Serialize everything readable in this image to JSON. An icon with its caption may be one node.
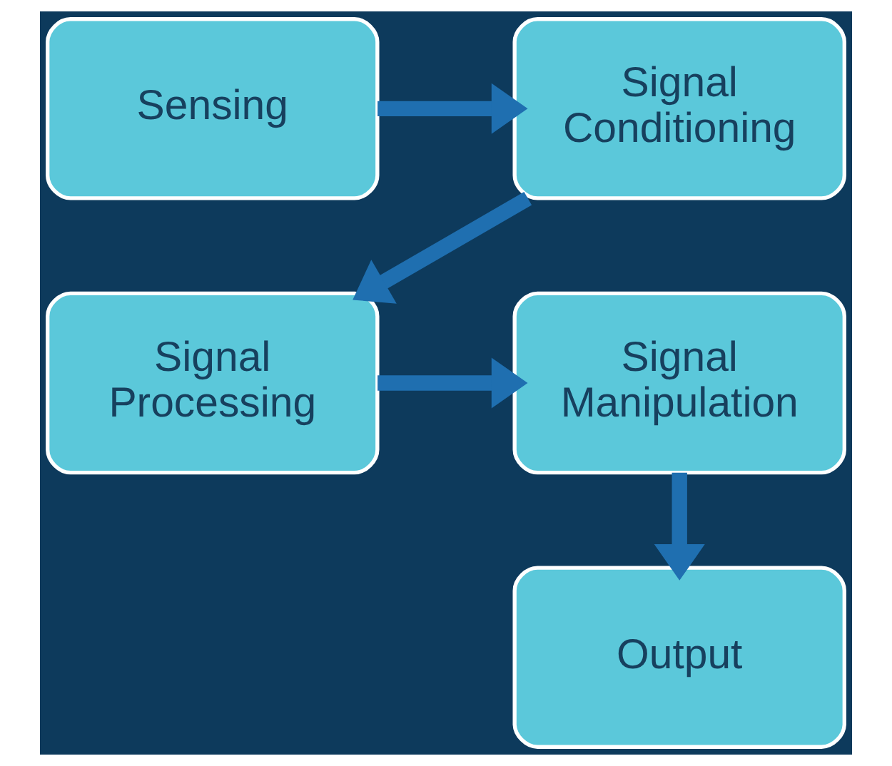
{
  "diagram": {
    "nodes": [
      {
        "text": [
          "Sensing"
        ]
      },
      {
        "text": [
          "Signal Conditioning"
        ]
      },
      {
        "text": [
          "Signal Processing"
        ]
      },
      {
        "text": [
          "Signal Manipulation"
        ]
      },
      {
        "text": [
          "Output"
        ]
      }
    ],
    "edges": [
      {
        "from": 0,
        "to": 1,
        "arrow": "to"
      },
      {
        "from": 1,
        "to": 2,
        "arrow": "to"
      },
      {
        "from": 2,
        "to": 3,
        "arrow": "to"
      },
      {
        "from": 3,
        "to": 4,
        "arrow": "to"
      }
    ]
  }
}
